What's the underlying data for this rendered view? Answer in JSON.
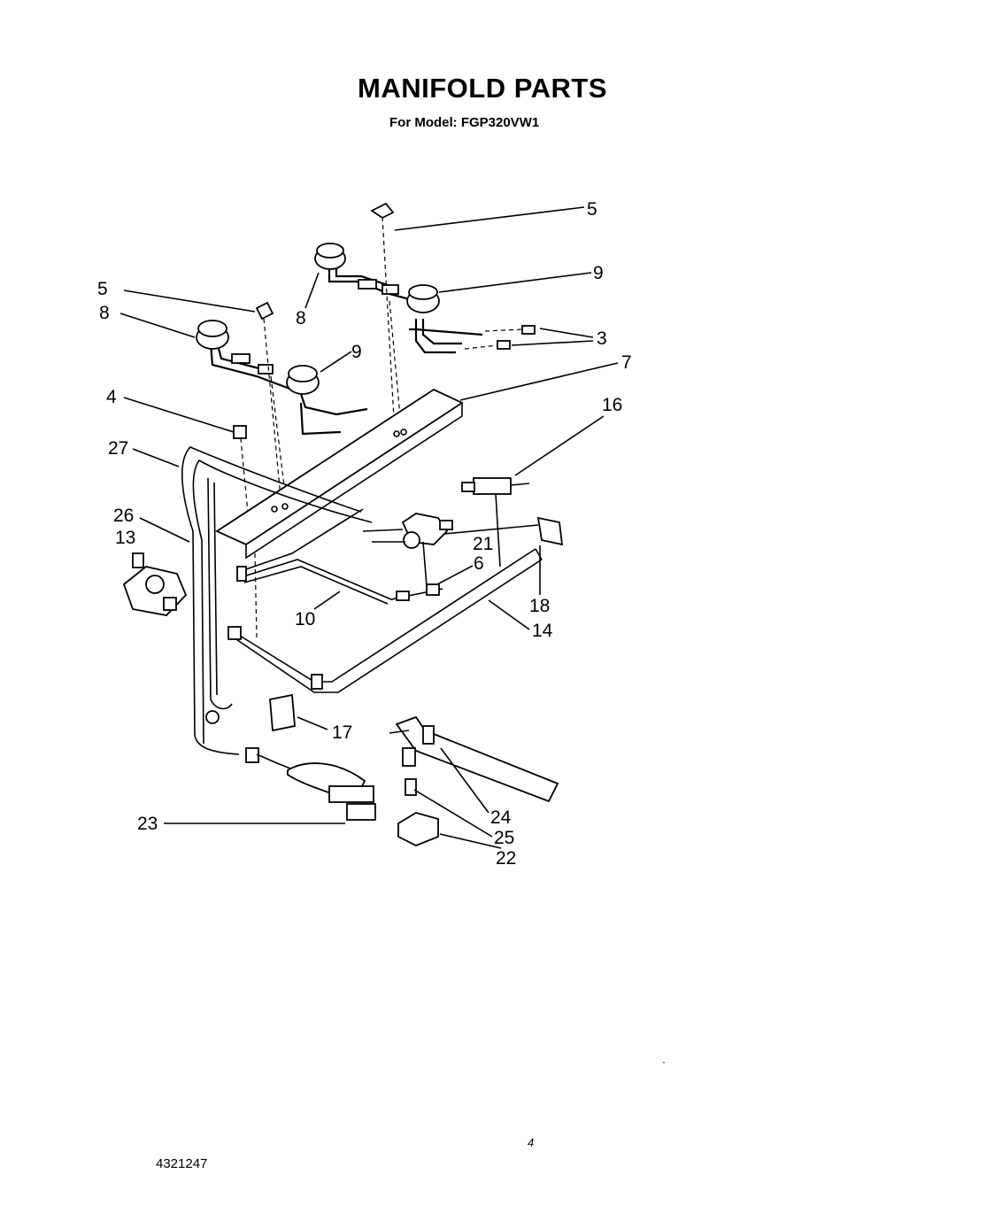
{
  "title": "MANIFOLD PARTS",
  "subtitle": "For Model: FGP320VW1",
  "footer_code": "4321247",
  "page_number": "4",
  "callouts": [
    {
      "id": "c5a",
      "text": "5"
    },
    {
      "id": "c9a",
      "text": "9"
    },
    {
      "id": "c8a",
      "text": "8"
    },
    {
      "id": "c3",
      "text": "3"
    },
    {
      "id": "c5b",
      "text": "5"
    },
    {
      "id": "c8b",
      "text": "8"
    },
    {
      "id": "c9b",
      "text": "9"
    },
    {
      "id": "c7",
      "text": "7"
    },
    {
      "id": "c4",
      "text": "4"
    },
    {
      "id": "c16",
      "text": "16"
    },
    {
      "id": "c27",
      "text": "27"
    },
    {
      "id": "c26",
      "text": "26"
    },
    {
      "id": "c13",
      "text": "13"
    },
    {
      "id": "c21",
      "text": "21"
    },
    {
      "id": "c6",
      "text": "6"
    },
    {
      "id": "c18",
      "text": "18"
    },
    {
      "id": "c10",
      "text": "10"
    },
    {
      "id": "c14",
      "text": "14"
    },
    {
      "id": "c17",
      "text": "17"
    },
    {
      "id": "c24",
      "text": "24"
    },
    {
      "id": "c23",
      "text": "23"
    },
    {
      "id": "c25",
      "text": "25"
    },
    {
      "id": "c22",
      "text": "22"
    }
  ]
}
